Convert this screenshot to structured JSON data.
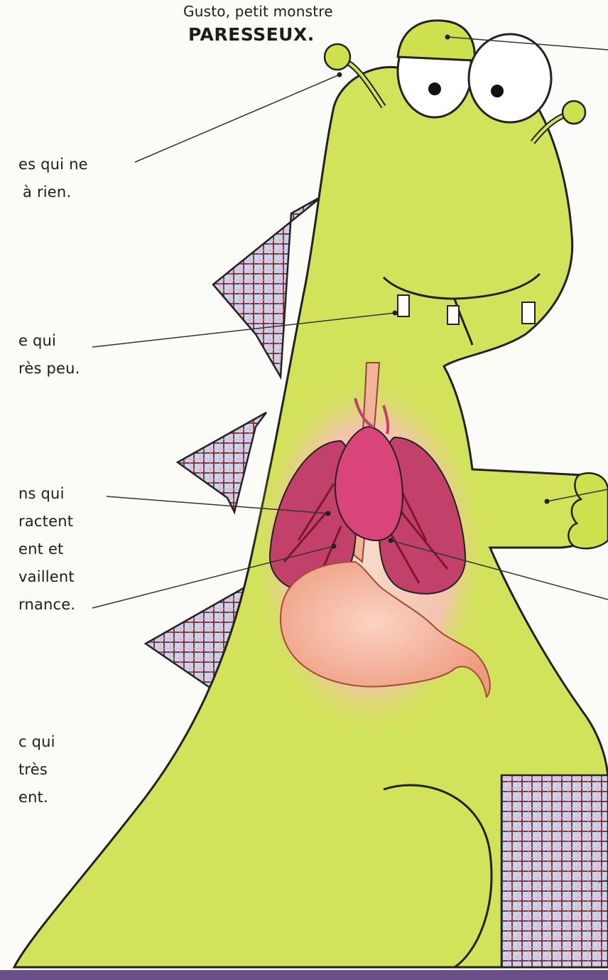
{
  "title": {
    "line1": "Gusto, petit monstre",
    "line2": "PARESSEUX."
  },
  "captions": {
    "antennae": [
      "es qui ne",
      "à rien."
    ],
    "teeth": [
      "e qui",
      "rès peu."
    ],
    "lungs_heart": [
      "ns qui",
      "ractent",
      "ent et",
      "vaillent",
      "rnance."
    ],
    "stomach": [
      "c qui",
      "très",
      "ent."
    ]
  },
  "colors": {
    "monster_green": "#d2e25a",
    "monster_outline": "#222222",
    "spikes_pattern": "#7a3b3b",
    "spikes_bg": "#b9c9e8",
    "lung_color": "#c2416b",
    "heart_color": "#d9457a",
    "stomach_color": "#f2a98a",
    "page_bg": "#fbfbf7",
    "bottom_band": "#6b4f8a"
  }
}
